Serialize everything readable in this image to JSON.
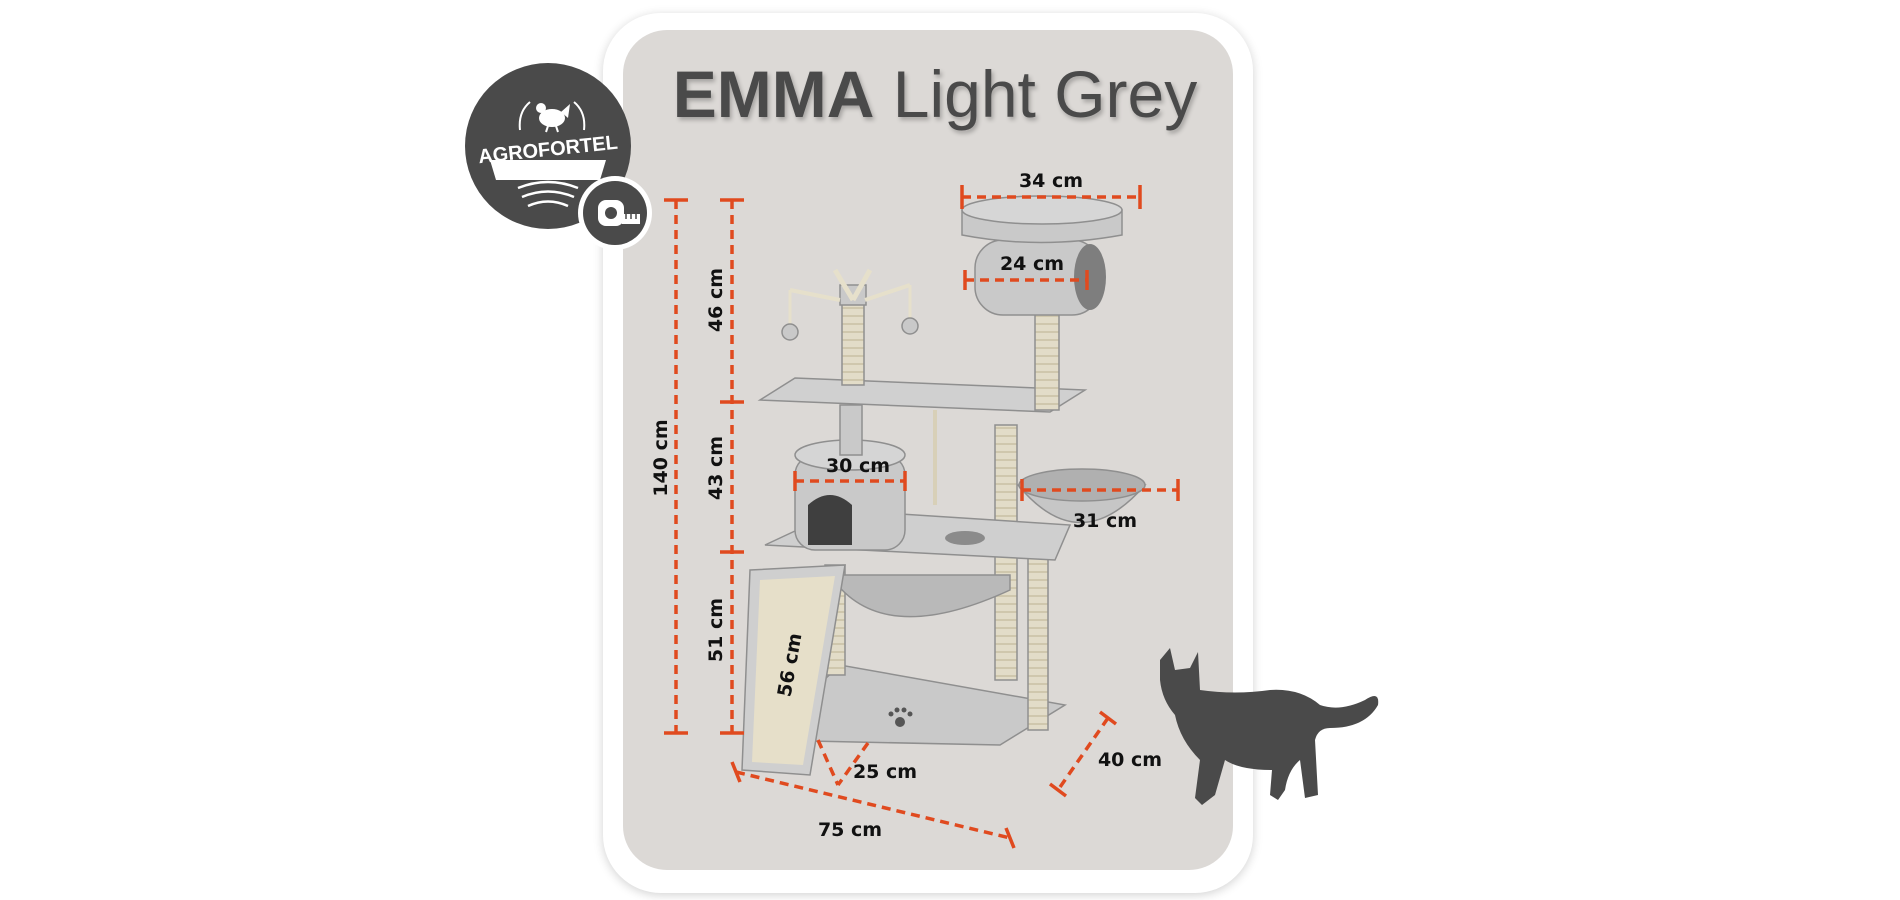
{
  "title": {
    "bold": "EMMA",
    "regular": "Light Grey"
  },
  "brand": {
    "name": "AGROFORTEL"
  },
  "dimensions": {
    "top_width": "34 cm",
    "tube_width": "24 cm",
    "height_top": "46 cm",
    "height_middle": "43 cm",
    "height_bottom": "51 cm",
    "total_height": "140 cm",
    "house_width": "30 cm",
    "basket_width": "31 cm",
    "ramp_length": "56 cm",
    "ramp_width": "25 cm",
    "base_depth": "40 cm",
    "base_length": "75 cm"
  },
  "colors": {
    "accent": "#e04a1f",
    "panel": "#dcd9d6",
    "dark": "#4a4a4a",
    "plush": "#c9c9c9",
    "sisal": "#e2dcc8"
  }
}
